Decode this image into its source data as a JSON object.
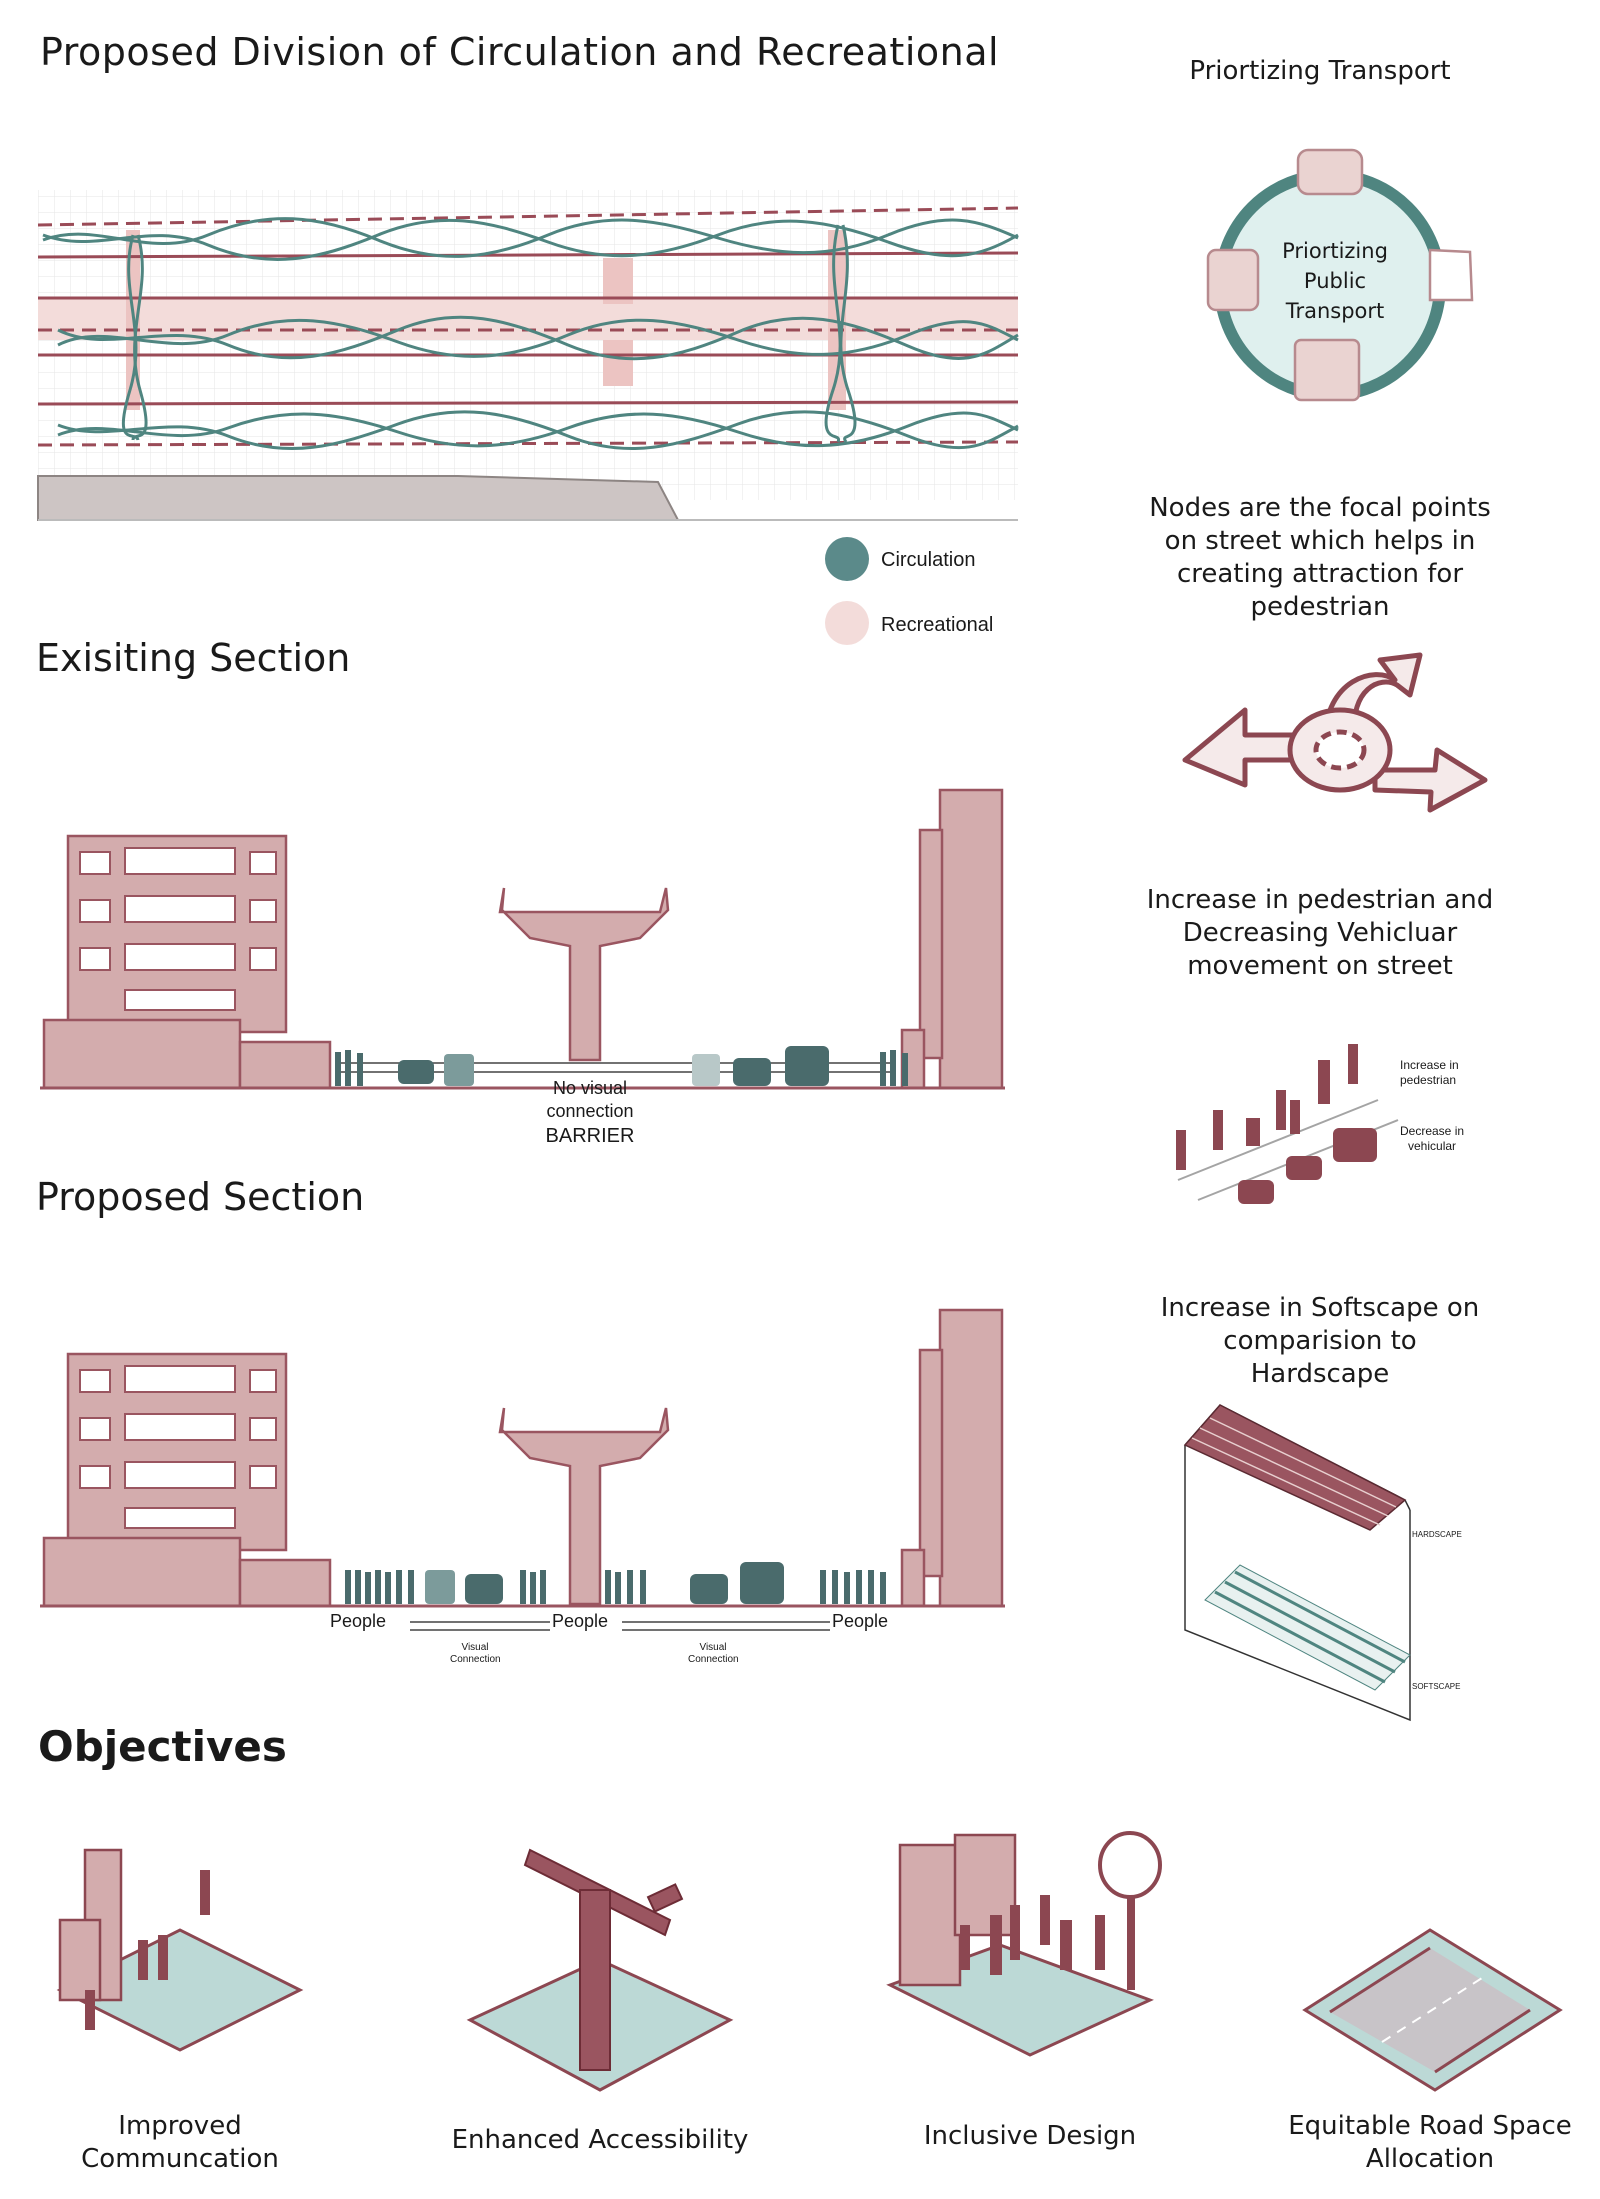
{
  "titles": {
    "plan": "Proposed Division of Circulation and Recreational",
    "existing": "Exisiting Section",
    "proposed": "Proposed Section",
    "objectives": "Objectives"
  },
  "legend": {
    "circulation": "Circulation",
    "recreational": "Recreational",
    "circulation_color": "#5b8a8a",
    "recreational_color": "#f3dcda"
  },
  "colors": {
    "building_fill": "#d3acad",
    "building_stroke": "#9a5560",
    "teal": "#5b8a8a",
    "maroon": "#8c4751",
    "teal_light": "#bcd9d6"
  },
  "existing_section": {
    "note_line1": "No visual",
    "note_line2": "connection",
    "barrier": "BARRIER"
  },
  "proposed_section": {
    "people_left": "People",
    "people_center": "People",
    "people_right": "People",
    "visual_connection_1": "Visual",
    "visual_connection_2": "Connection"
  },
  "sidebar": {
    "transport_title": "Priortizing Transport",
    "transport_center": "Priortizing\nPublic\nTransport",
    "nodes_text": "Nodes are the focal points\non street which helps in\ncreating attraction for\npedestrian",
    "pedestrian_text": "Increase in pedestrian and\nDecreasing Vehicluar\nmovement on street",
    "ped_label_1": "Increase in",
    "ped_label_2": "pedestrian",
    "veh_label_1": "Decrease in",
    "veh_label_2": "vehicular",
    "softscape_text": "Increase in Softscape on\ncomparision to\nHardscape",
    "hardscape_label": "HARDSCAPE",
    "softscape_label": "SOFTSCAPE"
  },
  "objectives": [
    {
      "label": "Improved\nCommuncation"
    },
    {
      "label": "Enhanced Accessibility"
    },
    {
      "label": "Inclusive Design"
    },
    {
      "label": "Equitable Road Space\nAllocation"
    }
  ]
}
